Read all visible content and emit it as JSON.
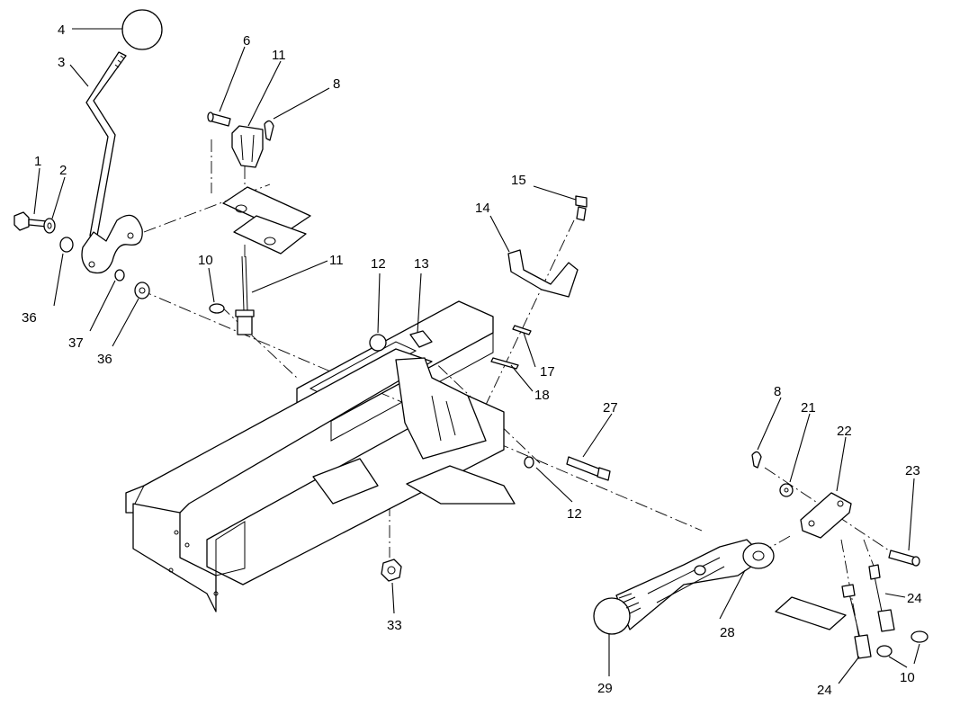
{
  "callouts": [
    {
      "id": "c1",
      "text": "1"
    },
    {
      "id": "c2",
      "text": "2"
    },
    {
      "id": "c3",
      "text": "3"
    },
    {
      "id": "c4",
      "text": "4"
    },
    {
      "id": "c6",
      "text": "6"
    },
    {
      "id": "c8a",
      "text": "8"
    },
    {
      "id": "c8b",
      "text": "8"
    },
    {
      "id": "c10a",
      "text": "10"
    },
    {
      "id": "c10b",
      "text": "10"
    },
    {
      "id": "c11a",
      "text": "11"
    },
    {
      "id": "c11b",
      "text": "11"
    },
    {
      "id": "c12a",
      "text": "12"
    },
    {
      "id": "c12b",
      "text": "12"
    },
    {
      "id": "c13",
      "text": "13"
    },
    {
      "id": "c14",
      "text": "14"
    },
    {
      "id": "c15",
      "text": "15"
    },
    {
      "id": "c17",
      "text": "17"
    },
    {
      "id": "c18",
      "text": "18"
    },
    {
      "id": "c21",
      "text": "21"
    },
    {
      "id": "c22",
      "text": "22"
    },
    {
      "id": "c23",
      "text": "23"
    },
    {
      "id": "c24a",
      "text": "24"
    },
    {
      "id": "c24b",
      "text": "24"
    },
    {
      "id": "c27",
      "text": "27"
    },
    {
      "id": "c28",
      "text": "28"
    },
    {
      "id": "c29",
      "text": "29"
    },
    {
      "id": "c33",
      "text": "33"
    },
    {
      "id": "c36a",
      "text": "36"
    },
    {
      "id": "c36b",
      "text": "36"
    },
    {
      "id": "c37",
      "text": "37"
    }
  ]
}
